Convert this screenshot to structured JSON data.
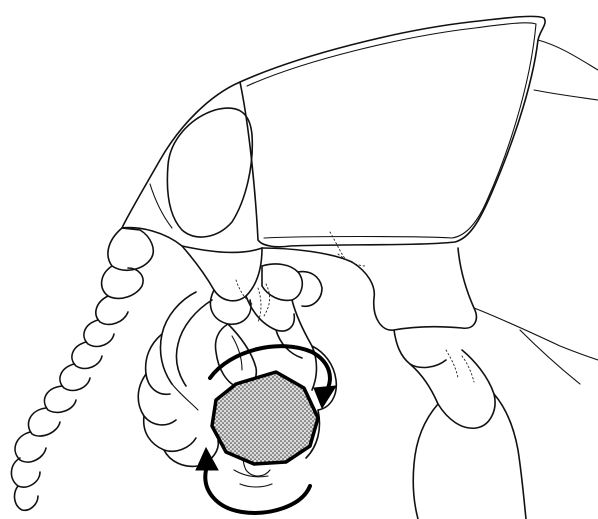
{
  "figure": {
    "subject": "insect-head-lateral-view-with-mouthparts-manipulating-round-food-particle",
    "food_particle_fill": "#b8b8b8",
    "line_color": "#111111",
    "background": "#ffffff",
    "rotation_arrows": 2,
    "antenna_segments": 12
  }
}
